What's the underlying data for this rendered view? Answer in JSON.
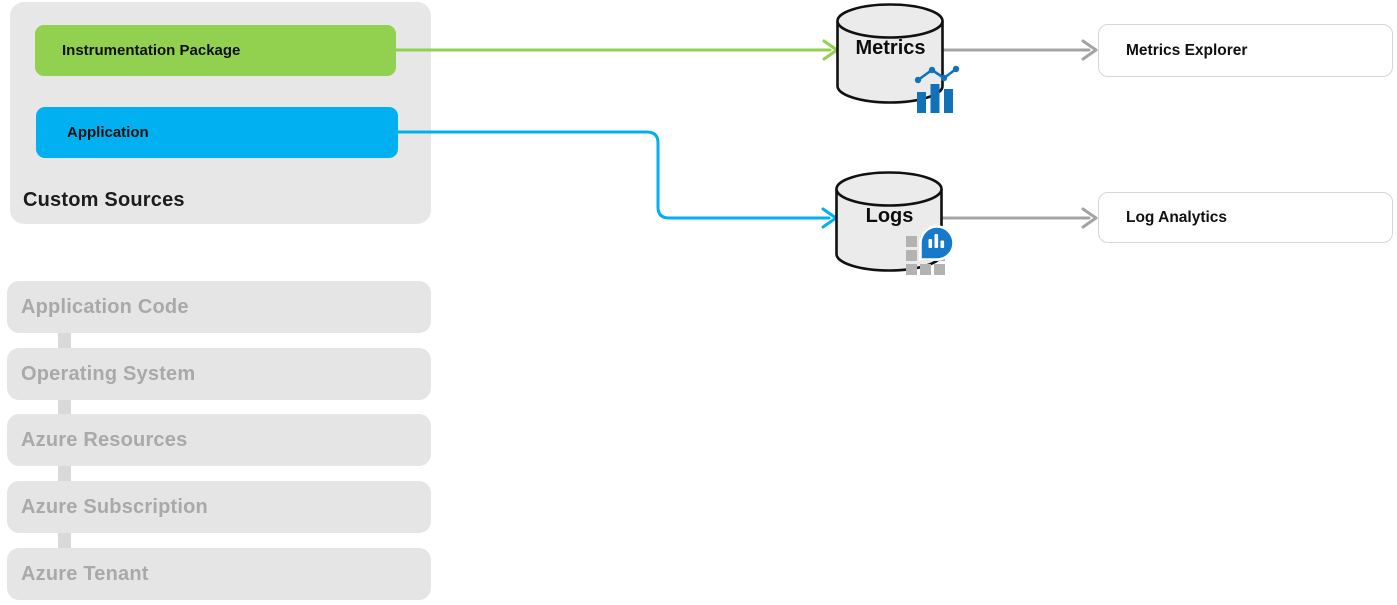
{
  "custom_sources": {
    "label": "Custom Sources",
    "items": [
      {
        "label": "Instrumentation Package",
        "color": "#92d050"
      },
      {
        "label": "Application",
        "color": "#00b0f0"
      }
    ]
  },
  "stores": {
    "metrics": {
      "label": "Metrics",
      "icon": "metrics-chart-icon"
    },
    "logs": {
      "label": "Logs",
      "icon": "log-analytics-icon"
    }
  },
  "destinations": {
    "metrics_explorer": {
      "label": "Metrics Explorer"
    },
    "log_analytics": {
      "label": "Log Analytics"
    }
  },
  "stack": {
    "items": [
      {
        "label": "Application Code"
      },
      {
        "label": "Operating System"
      },
      {
        "label": "Azure Resources"
      },
      {
        "label": "Azure Subscription"
      },
      {
        "label": "Azure Tenant"
      }
    ]
  },
  "connections": [
    {
      "from": "Instrumentation Package",
      "to": "Metrics",
      "color": "#92d050"
    },
    {
      "from": "Application",
      "to": "Logs",
      "color": "#00b0f0"
    },
    {
      "from": "Metrics",
      "to": "Metrics Explorer",
      "color": "#a3a3a3"
    },
    {
      "from": "Logs",
      "to": "Log Analytics",
      "color": "#a3a3a3"
    }
  ],
  "colors": {
    "green_accent": "#92d050",
    "blue_accent": "#00b0f0",
    "gray_connector": "#a3a3a3",
    "group_background": "#e7e7e7",
    "stack_background": "#e5e5e5",
    "stack_text": "#a9a9a9",
    "cylinder_fill": "#ebebeb",
    "icon_dark_blue": "#1272b9",
    "icon_circle_blue": "#1779ca",
    "icon_grid_gray": "#b3b3b3"
  }
}
